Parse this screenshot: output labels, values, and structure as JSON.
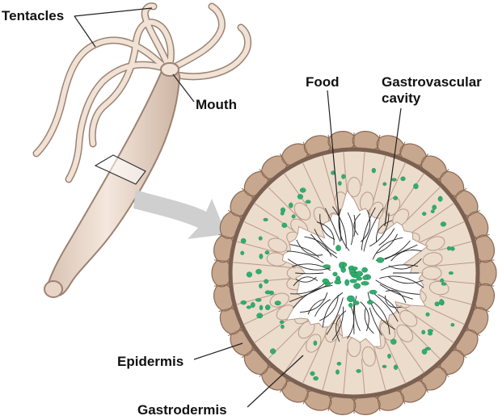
{
  "labels": {
    "tentacles": "Tentacles",
    "mouth": "Mouth",
    "food": "Food",
    "gastrovascular_line1": "Gastrovascular",
    "gastrovascular_line2": "cavity",
    "epidermis": "Epidermis",
    "gastrodermis": "Gastrodermis"
  },
  "colors": {
    "body_fill": "#ead8cb",
    "body_outline": "#9c8272",
    "epidermis_fill": "#c8a78f",
    "epidermis_outline": "#8a6a55",
    "gastrodermis_fill": "#ecdccc",
    "mesoglea_ring": "#7a6152",
    "food_particles": "#2faf6e",
    "arrow": "#c9c9c9",
    "label_text": "#111111"
  },
  "icons": {
    "hydra_body": "hydra-illustration",
    "arrow": "magnify-arrow",
    "cross_section": "hydra-cross-section"
  }
}
